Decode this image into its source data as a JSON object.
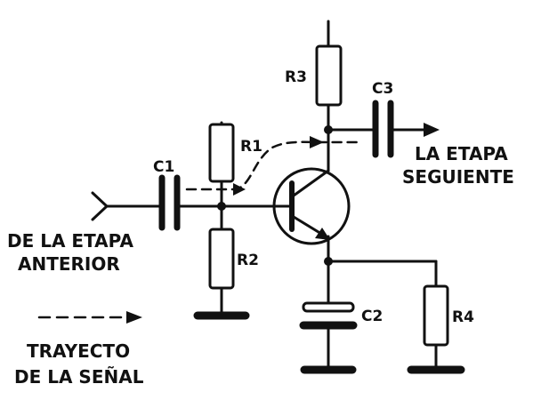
{
  "components": {
    "r1": "R1",
    "r2": "R2",
    "r3": "R3",
    "r4": "R4",
    "c1": "C1",
    "c2": "C2",
    "c3": "C3"
  },
  "labels": {
    "output_line1": "LA ETAPA",
    "output_line2": "SEGUIENTE",
    "input_line1": "DE LA ETAPA",
    "input_line2": "ANTERIOR",
    "legend_line1": "TRAYECTO",
    "legend_line2": "DE LA SEÑAL"
  },
  "colors": {
    "ink": "#111111",
    "background": "#ffffff"
  }
}
